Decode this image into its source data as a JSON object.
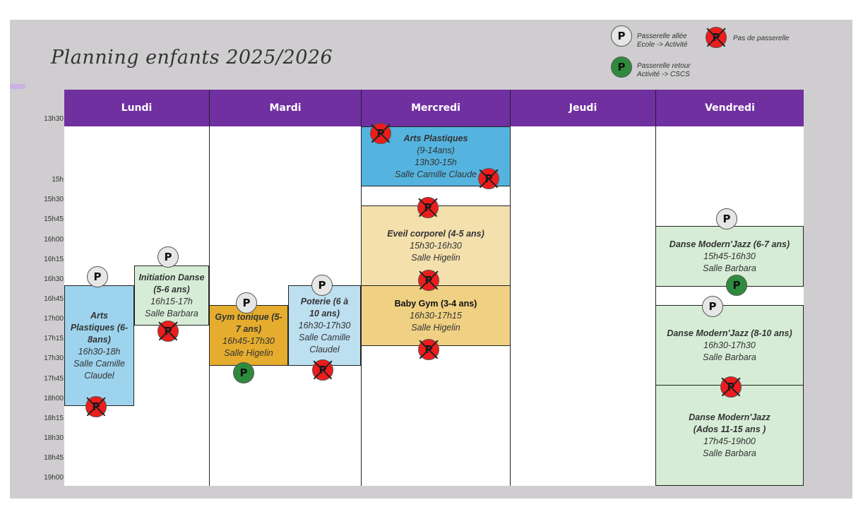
{
  "title": "Planning enfants 2025/2026",
  "legend": {
    "aller": {
      "line1": "Passerelle allée",
      "line2": "Ecole -> Activité"
    },
    "retour": {
      "line1": "Passerelle retour",
      "line2": "Activité -> CSCS"
    },
    "none": "Pas de passerelle",
    "badge_letter": "P"
  },
  "days": [
    "Lundi",
    "Mardi",
    "Mercredi",
    "Jeudi",
    "Vendredi"
  ],
  "time_labels": [
    "13h30",
    "15h",
    "15h30",
    "15h45",
    "16h00",
    "16h15",
    "16h30",
    "16h45",
    "17h00",
    "17h15",
    "17h30",
    "17h45",
    "18h00",
    "18h15",
    "18h30",
    "18h45",
    "19h00"
  ],
  "activities": [
    {
      "name": "Arts Plastiques (6-8ans)",
      "time": "16h30-18h",
      "room": "Salle Camille Claudel"
    },
    {
      "name": "Initiation Danse (5-6 ans)",
      "time": "16h15-17h",
      "room": "Salle Barbara"
    },
    {
      "name": "Gym tonique (5-7 ans)",
      "time": "16h45-17h30",
      "room": "Salle Higelin"
    },
    {
      "name": "Poterie (6 à 10 ans)",
      "time": "16h30-17h30",
      "room": "Salle Camille Claudel"
    },
    {
      "name": "Arts Plastiques",
      "age": "(9-14ans)",
      "time": "13h30-15h",
      "room": "Salle Camille Claude"
    },
    {
      "name": "Eveil corporel (4-5 ans)",
      "time": "15h30-16h30",
      "room": "Salle Higelin"
    },
    {
      "name": "Baby Gym (3-4 ans)",
      "time": "16h30-17h15",
      "room": "Salle Higelin"
    },
    {
      "name": "Danse Modern'Jazz  (6-7 ans)",
      "time": "15h45-16h30",
      "room": "Salle Barbara"
    },
    {
      "name": "Danse Modern'Jazz  (8-10 ans)",
      "time": "16h30-17h30",
      "room": "Salle Barbara"
    },
    {
      "name": "Danse Modern'Jazz (Ados 11-15 ans )",
      "time": "17h45-19h00",
      "room": "Salle Barbara"
    }
  ],
  "colors": {
    "header": "#7030a0",
    "blue": "#9dd3ec",
    "lightblue": "#bde0f1",
    "green": "#d6ecd6",
    "orange": "#e5ac2e",
    "sky": "#55b4df",
    "sand": "#f4e0ad",
    "gold": "#f0d183",
    "aller": "#e6e6e6",
    "retour": "#2e8b3e",
    "none": "#ee1c1c"
  }
}
